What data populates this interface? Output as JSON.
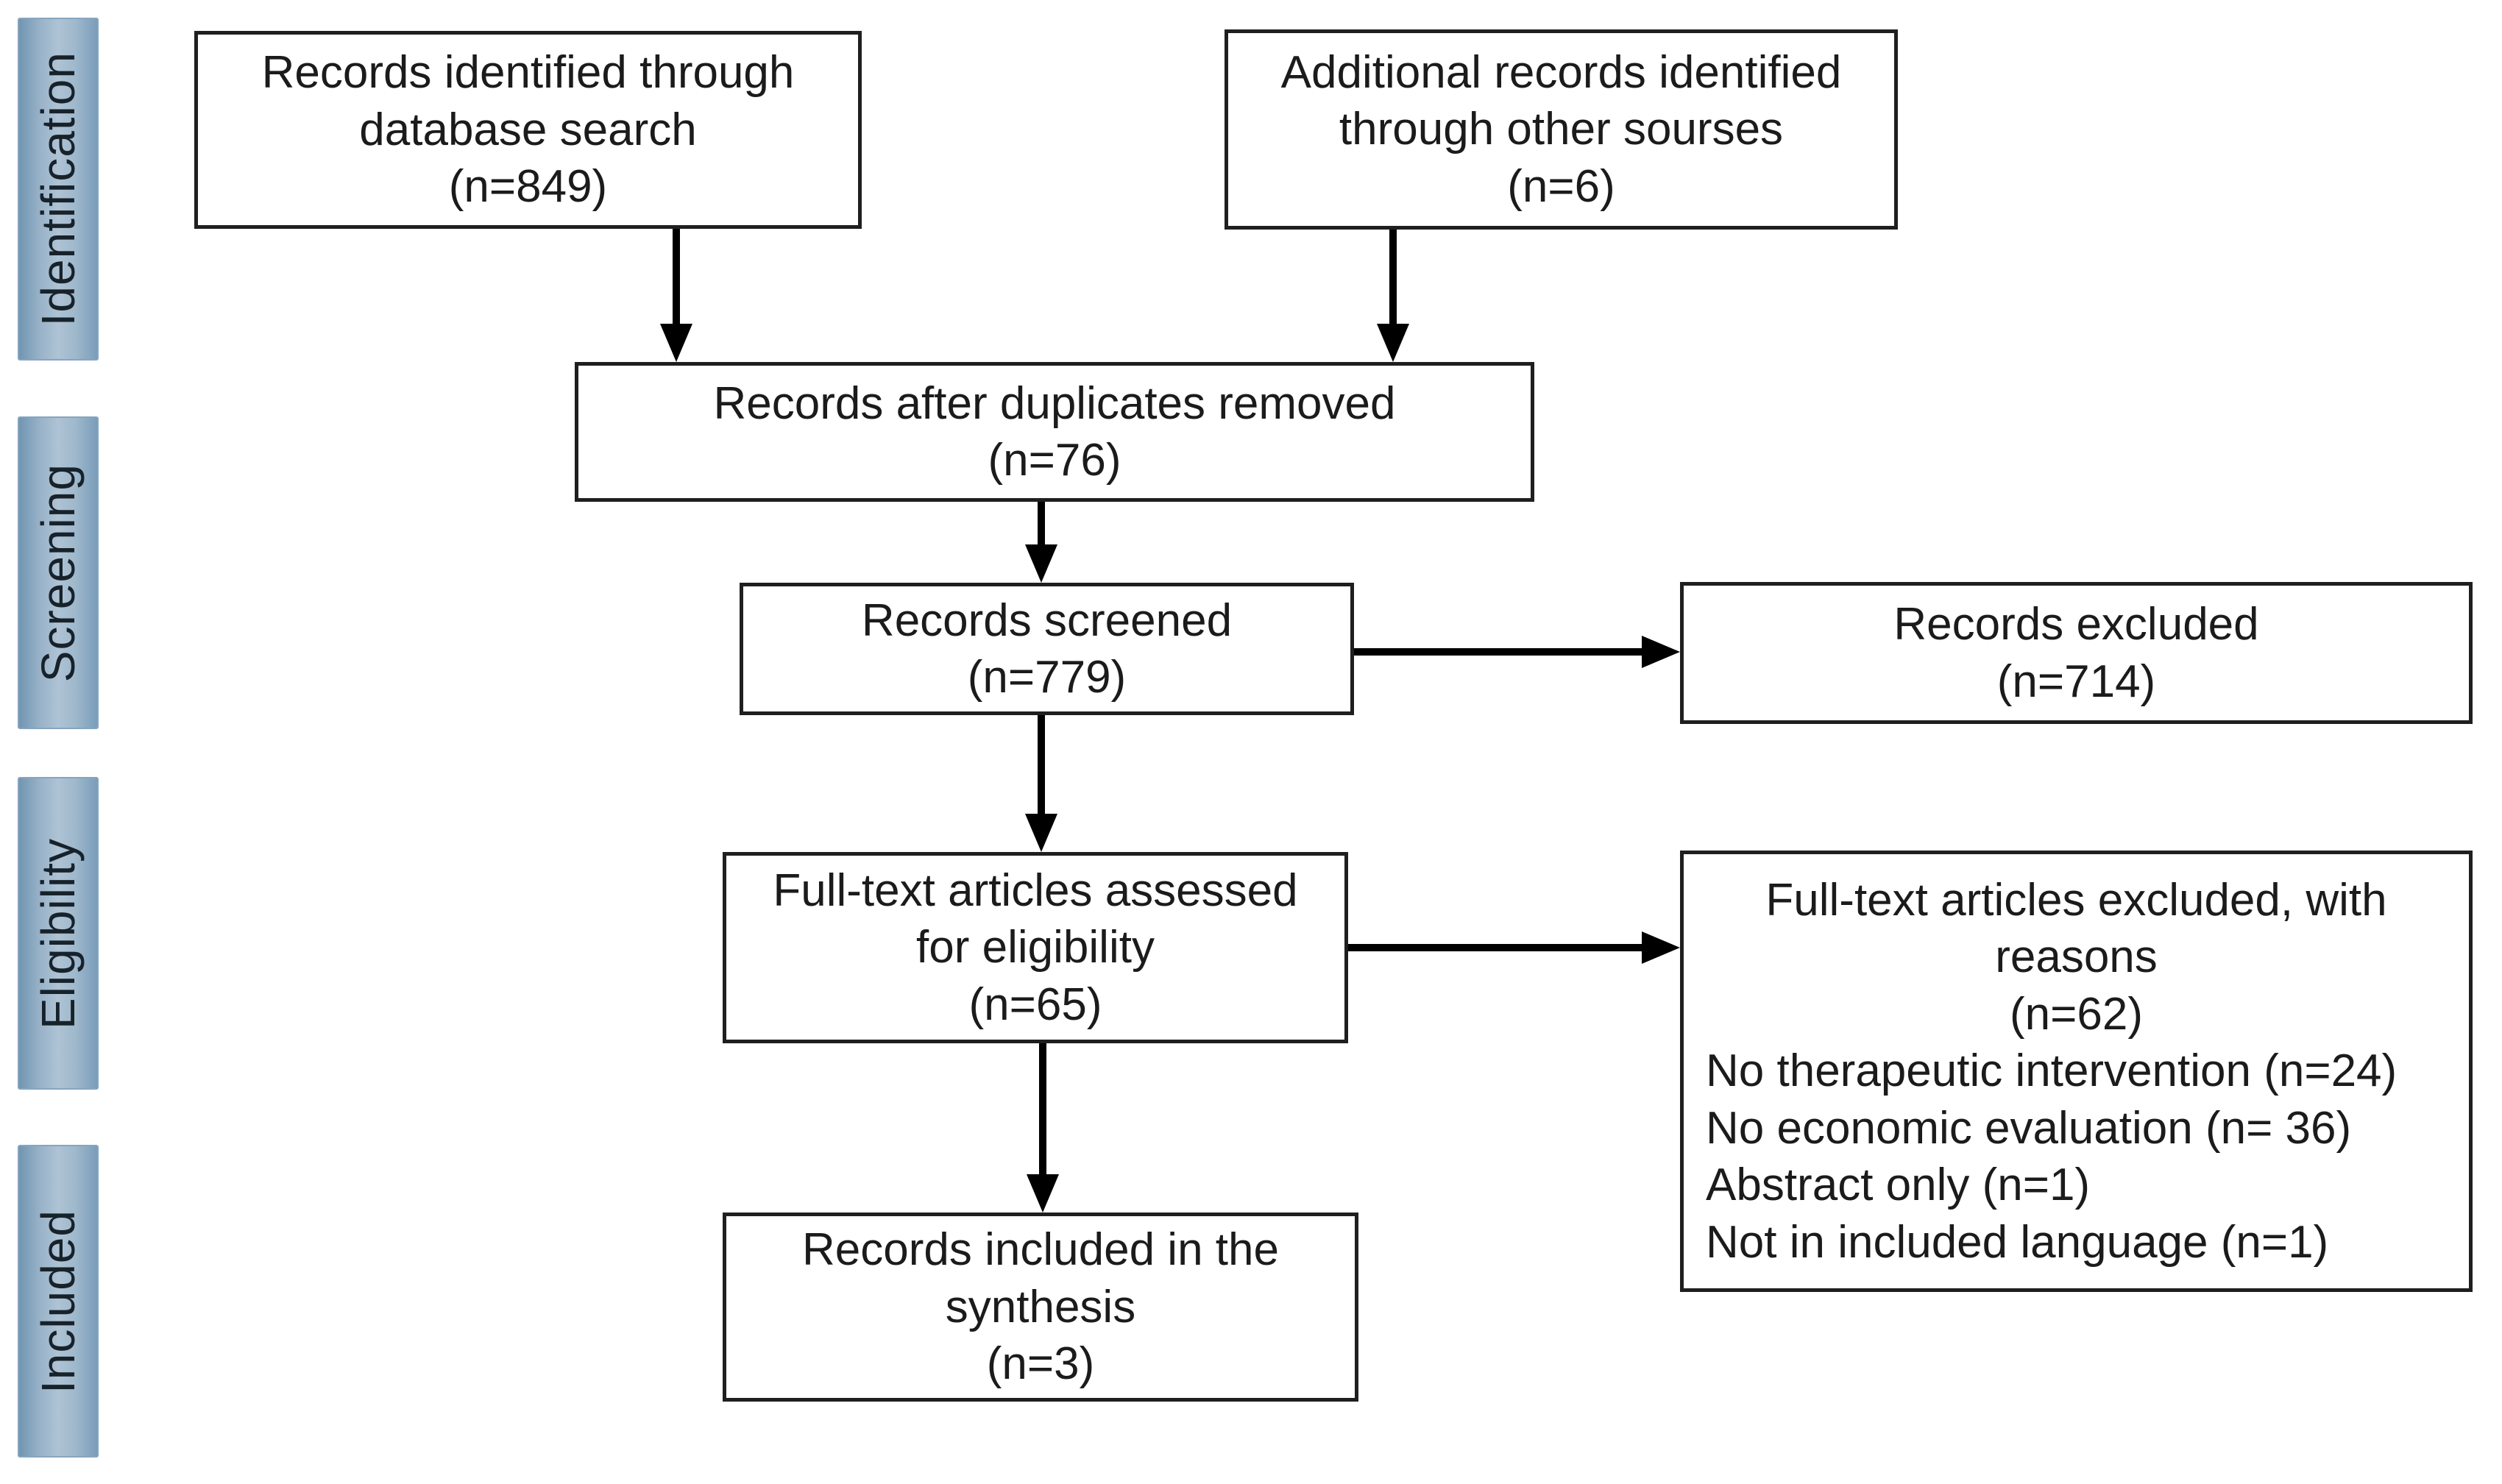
{
  "diagram": {
    "kind": "prisma-flow",
    "colors": {
      "background": "#ffffff",
      "box_border": "#1f1f1f",
      "box_fill": "#ffffff",
      "arrow": "#000000",
      "text": "#1b1b1b",
      "stage_fill_edge": "#7195b2",
      "stage_fill_center": "#aec3d4",
      "stage_border": "#86a5bf"
    }
  },
  "sidebar": {
    "stages": [
      {
        "id": "identification",
        "label": "Identification"
      },
      {
        "id": "screening",
        "label": "Screening"
      },
      {
        "id": "eligibility",
        "label": "Eligibility"
      },
      {
        "id": "included",
        "label": "Included"
      }
    ]
  },
  "boxes": {
    "identified": {
      "lines": [
        "Records identified through",
        "database search",
        "(n=849)"
      ],
      "n": 849
    },
    "additional": {
      "lines": [
        "Additional records identified",
        "through other sourses",
        "(n=6)"
      ],
      "n": 6
    },
    "duplicates_removed": {
      "lines": [
        "Records after duplicates removed",
        "(n=76)"
      ],
      "n": 76
    },
    "screened": {
      "lines": [
        "Records screened",
        "(n=779)"
      ],
      "n": 779
    },
    "excluded": {
      "lines": [
        "Records excluded",
        "(n=714)"
      ],
      "n": 714
    },
    "fulltext_assessed": {
      "lines": [
        "Full-text articles assessed",
        "for eligibility",
        "(n=65)"
      ],
      "n": 65
    },
    "fulltext_excluded": {
      "title_lines": [
        "Full-text articles excluded, with",
        "reasons",
        "(n=62)"
      ],
      "reason_lines": [
        "No therapeutic intervention (n=24)",
        "No economic evaluation (n= 36)",
        "Abstract only (n=1)",
        "Not in included language (n=1)"
      ],
      "n": 62
    },
    "included_synthesis": {
      "lines": [
        "Records included in the",
        "synthesis",
        "(n=3)"
      ],
      "n": 3
    }
  }
}
